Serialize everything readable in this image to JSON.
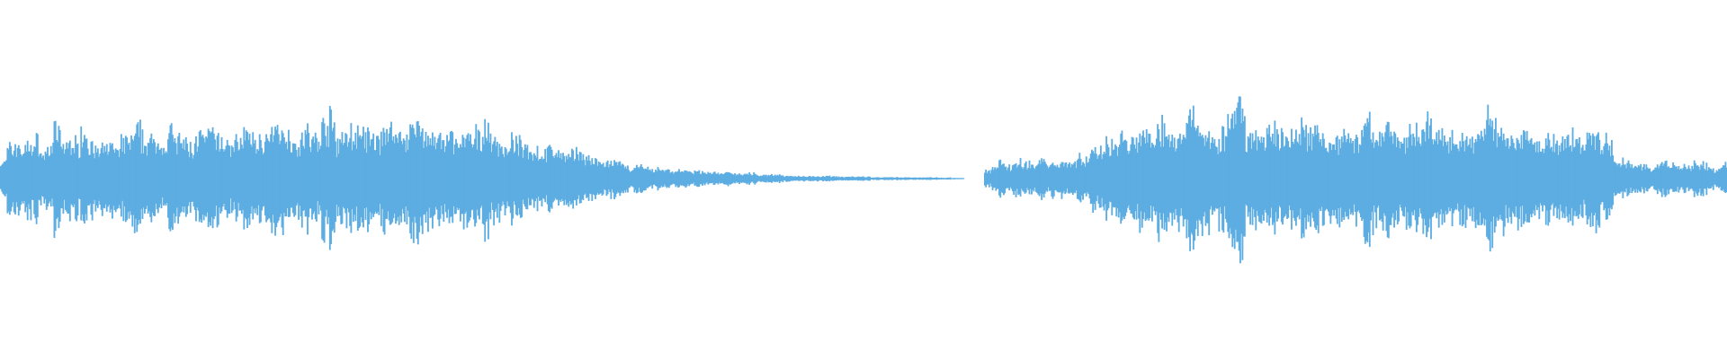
{
  "waveform": {
    "color": "#5dade2",
    "background": "#ffffff",
    "peaks": [
      0.14,
      0.25,
      0.28,
      0.24,
      0.28,
      0.3,
      0.2,
      0.26,
      0.38,
      0.26,
      0.31,
      0.28,
      0.39,
      0.3,
      0.22,
      0.24,
      0.28,
      0.24,
      0.3,
      0.33,
      0.37,
      0.32,
      0.3,
      0.33,
      0.26,
      0.37,
      0.31,
      0.29,
      0.26,
      0.34,
      0.33,
      0.36,
      0.32,
      0.29,
      0.28,
      0.3,
      0.38,
      0.32,
      0.31,
      0.33,
      0.34,
      0.42,
      0.38,
      0.34,
      0.3,
      0.38,
      0.31,
      0.33,
      0.43,
      0.46,
      0.31,
      0.35,
      0.37,
      0.36,
      0.35,
      0.31,
      0.32,
      0.41,
      0.39,
      0.34,
      0.36,
      0.42,
      0.44,
      0.38,
      0.34,
      0.31,
      0.29,
      0.34,
      0.29,
      0.33,
      0.31,
      0.35,
      0.43,
      0.32,
      0.3,
      0.25,
      0.3,
      0.28,
      0.26,
      0.24,
      0.22,
      0.21,
      0.24,
      0.21,
      0.2,
      0.19,
      0.23,
      0.17,
      0.15,
      0.13,
      0.12,
      0.14,
      0.11,
      0.1,
      0.09,
      0.1,
      0.08,
      0.07,
      0.08,
      0.07,
      0.06,
      0.07,
      0.06,
      0.05,
      0.06,
      0.05,
      0.05,
      0.04,
      0.05,
      0.04,
      0.04,
      0.04,
      0.04,
      0.03,
      0.03,
      0.03,
      0.03,
      0.02,
      0.02,
      0.02,
      0.02,
      0.02,
      0.02,
      0.02,
      0.02,
      0.015,
      0.015,
      0.015,
      0.015,
      0.015,
      0.01,
      0.01,
      0.01,
      0.01,
      0.01,
      0.01,
      0.01,
      0.01,
      0.01,
      0.01,
      0.008,
      0.008,
      0.006,
      0.004,
      0.0,
      0.0,
      0.0,
      0.06,
      0.09,
      0.12,
      0.1,
      0.12,
      0.13,
      0.12,
      0.11,
      0.15,
      0.12,
      0.13,
      0.14,
      0.13,
      0.14,
      0.16,
      0.17,
      0.23,
      0.26,
      0.28,
      0.3,
      0.33,
      0.3,
      0.32,
      0.34,
      0.36,
      0.41,
      0.44,
      0.33,
      0.32,
      0.36,
      0.5,
      0.54,
      0.4,
      0.38,
      0.33,
      0.36,
      0.42,
      0.52,
      0.56,
      0.34,
      0.35,
      0.31,
      0.36,
      0.39,
      0.32,
      0.34,
      0.33,
      0.39,
      0.36,
      0.38,
      0.35,
      0.34,
      0.31,
      0.33,
      0.36,
      0.32,
      0.42,
      0.43,
      0.36,
      0.38,
      0.44,
      0.37,
      0.33,
      0.36,
      0.39,
      0.41,
      0.44,
      0.36,
      0.34,
      0.37,
      0.33,
      0.32,
      0.31,
      0.35,
      0.38,
      0.46,
      0.42,
      0.38,
      0.34,
      0.32,
      0.36,
      0.42,
      0.33,
      0.31,
      0.33,
      0.3,
      0.29,
      0.34,
      0.32,
      0.29,
      0.35,
      0.38,
      0.28,
      0.26,
      0.14,
      0.13,
      0.12,
      0.11,
      0.1,
      0.09,
      0.1,
      0.12,
      0.11,
      0.1,
      0.09,
      0.11,
      0.13,
      0.11,
      0.09,
      0.07,
      0.11
    ]
  }
}
